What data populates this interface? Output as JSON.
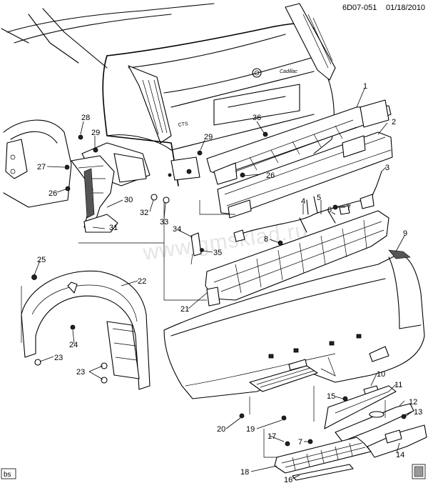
{
  "header": {
    "code": "6D07-051",
    "date": "01/18/2010"
  },
  "watermark": "www.gmsklad.ru",
  "footer": {
    "code": "bs"
  },
  "callouts": [
    "1",
    "2",
    "3",
    "4",
    "5",
    "6",
    "7",
    "7",
    "8",
    "9",
    "10",
    "11",
    "12",
    "13",
    "14",
    "15",
    "16",
    "17",
    "18",
    "19",
    "20",
    "21",
    "22",
    "23",
    "23",
    "24",
    "25",
    "26",
    "26",
    "27",
    "28",
    "29",
    "29",
    "30",
    "31",
    "32",
    "33",
    "34",
    "35",
    "36"
  ]
}
